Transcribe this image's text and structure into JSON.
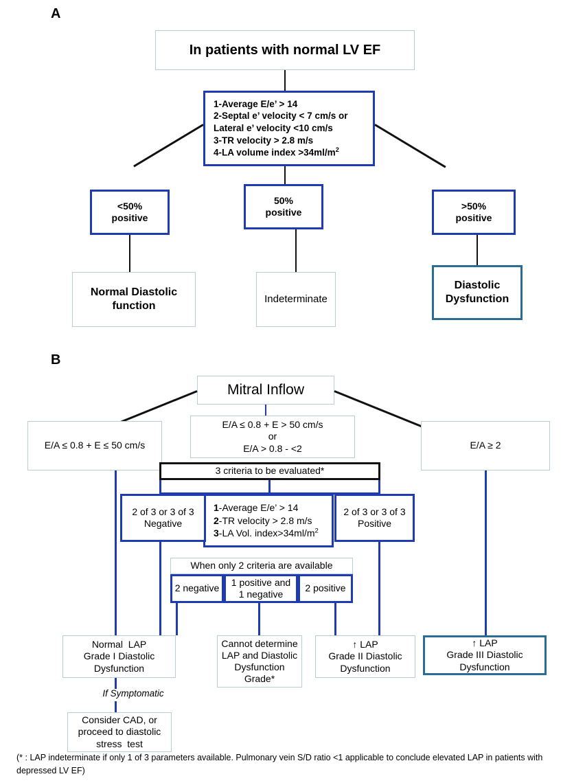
{
  "figure": {
    "panel_a_label": "A",
    "panel_b_label": "B"
  },
  "panel_a": {
    "title": "In patients with normal LV EF",
    "criteria_box": {
      "lines": [
        "1-Average E/e’ > 14",
        "2-Septal e’ velocity < 7 cm/s or",
        "Lateral e’ velocity <10 cm/s",
        "3-TR velocity > 2.8 m/s",
        "4-LA volume index >34ml/m²"
      ]
    },
    "branches": [
      {
        "pct": "<50%",
        "pct2": "positive",
        "result_l1": "Normal Diastolic",
        "result_l2": "function"
      },
      {
        "pct": "50%",
        "pct2": "positive",
        "result_l1": "Indeterminate",
        "result_l2": ""
      },
      {
        "pct": ">50%",
        "pct2": "positive",
        "result_l1": "Diastolic",
        "result_l2": "Dysfunction"
      }
    ]
  },
  "panel_b": {
    "root": "Mitral Inflow",
    "left_branch": "E/A ≤ 0.8 + E ≤ 50 cm/s",
    "middle_branch": {
      "line1": "E/A ≤ 0.8 + E > 50 cm/s",
      "line2": "or",
      "line3": "E/A > 0.8 - <2"
    },
    "right_branch": "E/A ≥ 2",
    "criteria_bar": "3 criteria to be evaluated*",
    "criteria_box": {
      "rows": [
        {
          "num": "1",
          "text": "-Average E/e’ > 14"
        },
        {
          "num": "2",
          "text": "-TR velocity > 2.8 m/s"
        },
        {
          "num": "3",
          "text": "-LA Vol. index>34ml/m²"
        }
      ]
    },
    "negative_box": {
      "line1": "2 of 3 or 3 of 3",
      "line2": "Negative"
    },
    "positive_box": {
      "line1": "2 of 3 or 3 of 3",
      "line2": "Positive"
    },
    "two_criteria": {
      "header": "When only 2 criteria are available",
      "cells": [
        "2 negative",
        "1 positive and\n1 negative",
        "2 positive"
      ]
    },
    "outcomes": [
      {
        "l1": "Normal  LAP",
        "l2": "Grade I Diastolic",
        "l3": "Dysfunction"
      },
      {
        "l1": "Cannot determine",
        "l2": "LAP and Diastolic",
        "l3": "Dysfunction",
        "l4": "Grade*"
      },
      {
        "l1": "↑ LAP",
        "l2": "Grade II Diastolic",
        "l3": "Dysfunction"
      },
      {
        "l1": "↑ LAP",
        "l2": "Grade III Diastolic",
        "l3": "Dysfunction"
      }
    ],
    "if_symptomatic": "If Symptomatic",
    "stress_box": {
      "l1": "Consider CAD, or",
      "l2": "proceed to diastolic",
      "l3": "stress  test"
    }
  },
  "footnote": "(* : LAP indeterminate if only 1 of 3 parameters available. Pulmonary vein S/D ratio <1 applicable to conclude elevated LAP in patients with depressed LV EF)",
  "colors": {
    "accent_blue": "#1f3bb3",
    "teal_border": "#b9ced4",
    "steel_border": "#2b6c96",
    "black": "#111111",
    "background": "#ffffff"
  }
}
